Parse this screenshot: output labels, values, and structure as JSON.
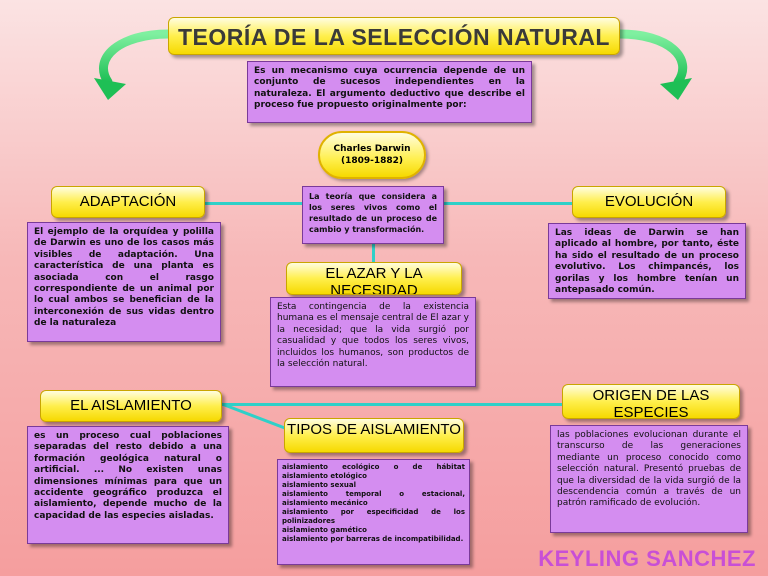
{
  "title": "TEORÍA DE LA SELECCIÓN NATURAL",
  "intro": "Es un mecanismo cuya ocurrencia depende de un conjunto de sucesos independientes en la naturaleza. El argumento deductivo que describe el proceso fue propuesto originalmente por:",
  "darwin": {
    "name": "Charles Darwin",
    "years": "(1809-1882)"
  },
  "theory": "La teoría que considera a los seres vivos como el resultado de un proceso de cambio y transformación.",
  "adaptacion": {
    "heading": "ADAPTACIÓN",
    "text": "El ejemplo de la orquídea y polilla de Darwin es uno de los casos más visibles de adaptación. Una característica de una planta es asociada con el rasgo correspondiente de un animal por lo cual ambos se benefician de la interconexión de sus vidas dentro de la naturaleza"
  },
  "evolucion": {
    "heading": "EVOLUCIÓN",
    "text": "Las ideas de Darwin se han aplicado al hombre, por tanto, éste ha sido el resultado de un proceso evolutivo. Los chimpancés, los gorilas y los hombre tenían un antepasado común."
  },
  "azar": {
    "heading": "EL AZAR Y LA NECESIDAD",
    "text": "Esta contingencia de la existencia humana es el mensaje central de El azar y la necesidad; que la vida surgió por casualidad y que todos los seres vivos, incluidos los humanos, son productos de la selección natural."
  },
  "aislamiento": {
    "heading": "EL AISLAMIENTO",
    "text": "es un proceso cual poblaciones separadas del resto debido a una formación geológica natural o artificial. ... No existen unas dimensiones mínimas para que un accidente geográfico produzca el aislamiento, depende mucho de la capacidad de las especies aisladas."
  },
  "tipos": {
    "heading": "TIPOS DE AISLAMIENTO",
    "items": [
      "aislamiento ecológico o de hábitat aislamiento etológico",
      "aislamiento sexual",
      "aislamiento temporal o estacional, aislamiento mecánico",
      "aislamiento por especificidad de los polinizadores",
      "aislamiento gamético",
      " aislamiento por barreras de incompatibilidad."
    ]
  },
  "origen": {
    "heading": "ORIGEN DE LAS ESPECIES",
    "text": "las poblaciones evolucionan durante el transcurso de las generaciones mediante un proceso conocido como selección natural. Presentó pruebas de que la diversidad de la vida surgió de la descendencia común a través de un patrón ramificado de evolución."
  },
  "author": "KEYLING SANCHEZ",
  "colors": {
    "accent_line": "#2fd0c8",
    "box_purple": "#d48df0",
    "box_yellow": "#ffef4d",
    "arrow_green": "#2ed36a"
  }
}
